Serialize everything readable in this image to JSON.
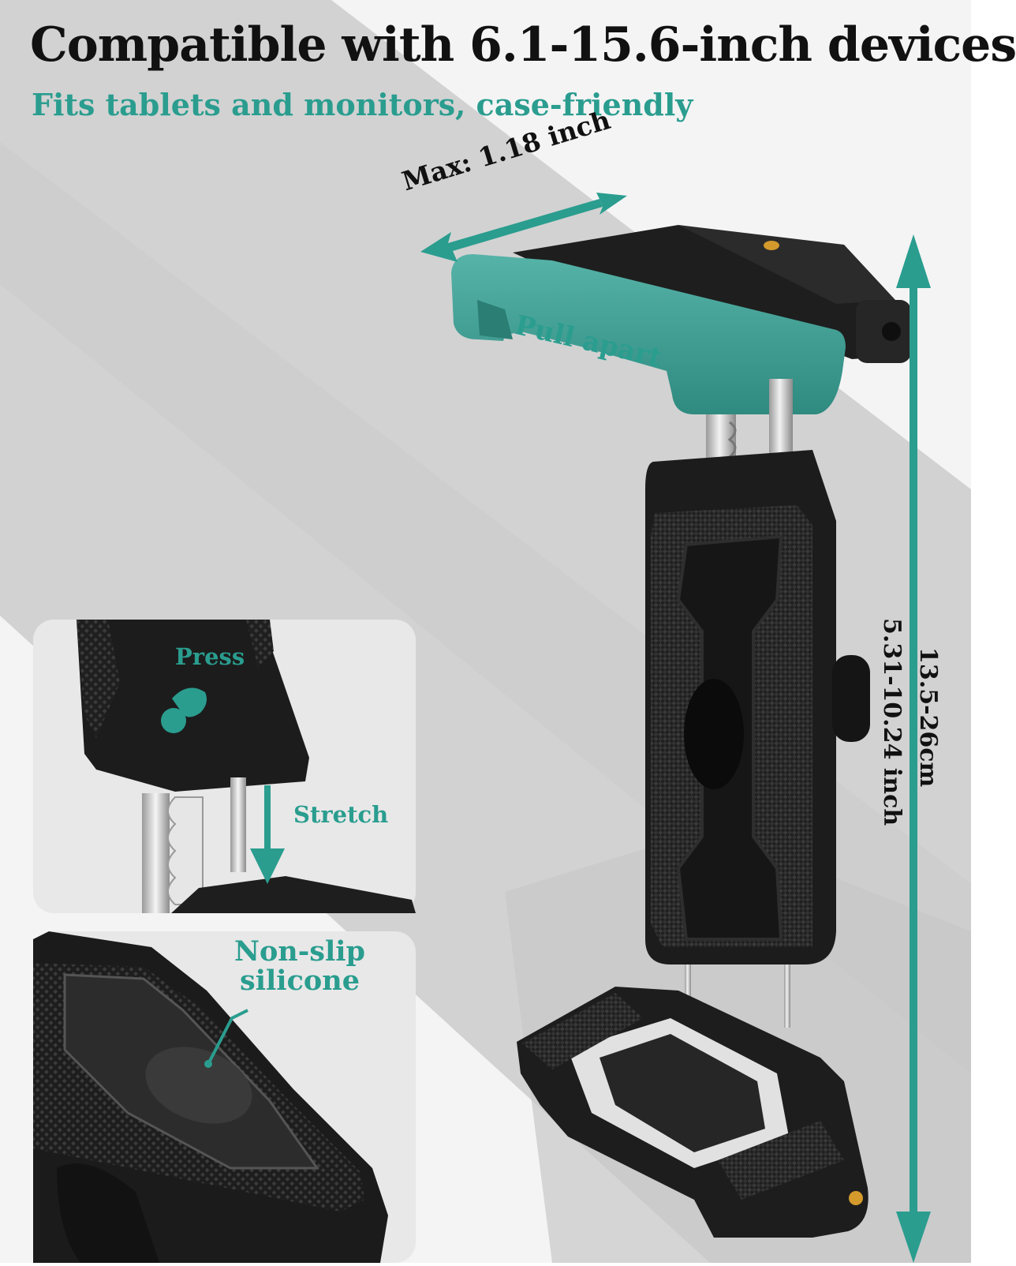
{
  "headline": "Compatible with 6.1-15.6-inch devices",
  "subheadline": "Fits tablets and monitors, case-friendly",
  "annotations": {
    "max_width": "Max: 1.18 inch",
    "pull_apart": "Pull apart",
    "height_cm": "13.5-26cm",
    "height_inch": "5.31-10.24 inch",
    "press": "Press",
    "stretch": "Stretch",
    "non_slip_line1": "Non-slip",
    "non_slip_line2": "silicone"
  },
  "colors": {
    "accent_teal": "#2a9d8f",
    "clamp_teal": "#3c9e93",
    "body_black": "#1b1b1b",
    "headline_black": "#111111",
    "background_gray": "#d6d6d6"
  }
}
